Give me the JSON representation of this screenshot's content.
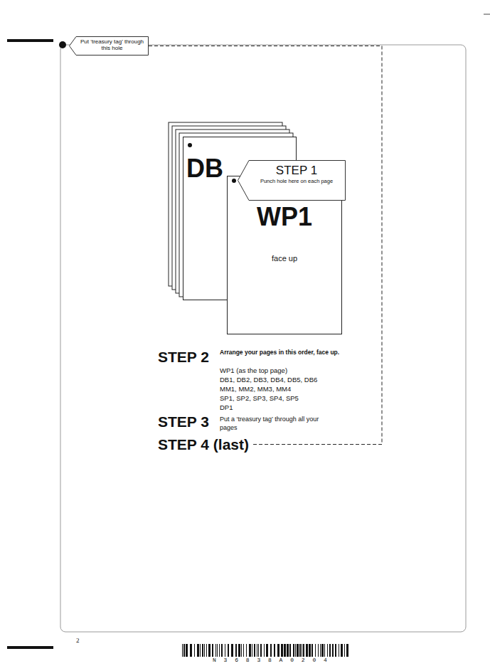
{
  "diagram": {
    "nodes": [
      {
        "text": [
          "Put ‘treasury tag’ through this hole"
        ]
      },
      {
        "text": [
          "DB"
        ]
      },
      {
        "text": [
          "WP1",
          "face up"
        ]
      },
      {
        "text": [
          "STEP 1",
          "Punch hole here on each page"
        ]
      }
    ],
    "labels": [
      "STEP 2",
      "Arrange your pages in this order, face up.",
      "WP1 (as the top page)",
      "DB1, DB2, DB3, DB4, DB5, DB6",
      "MM1, MM2, MM3, MM4",
      "SP1, SP2, SP3, SP4, SP5",
      "DP1",
      "STEP 3",
      "Put a ‘treasury tag’ through all your pages",
      "STEP 4 (last)",
      "2",
      "N 3 6 8 3 8 A 0 2 0 4"
    ]
  }
}
